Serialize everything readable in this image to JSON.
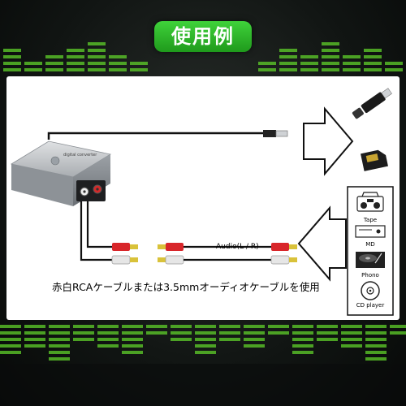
{
  "header": {
    "title": "使用例"
  },
  "diagram": {
    "audio_label": "Audio(L / R)",
    "caption": "赤白RCAケーブルまたは3.5mmオーディオケーブルを使用",
    "devices": [
      {
        "label": "Tape",
        "icon": "cassette-deck-icon"
      },
      {
        "label": "MD",
        "icon": "md-player-icon"
      },
      {
        "label": "Phono",
        "icon": "turntable-icon"
      },
      {
        "label": "CD player",
        "icon": "cd-player-icon"
      }
    ],
    "storage_icons": [
      "usb-flash-drive-icon",
      "sd-card-icon"
    ]
  },
  "colors": {
    "badge": "#2fb82a",
    "equalizer": "#6fe32a",
    "rca_red": "#d8262a",
    "rca_white": "#e9e9e9",
    "rca_gold": "#d9c23a"
  }
}
